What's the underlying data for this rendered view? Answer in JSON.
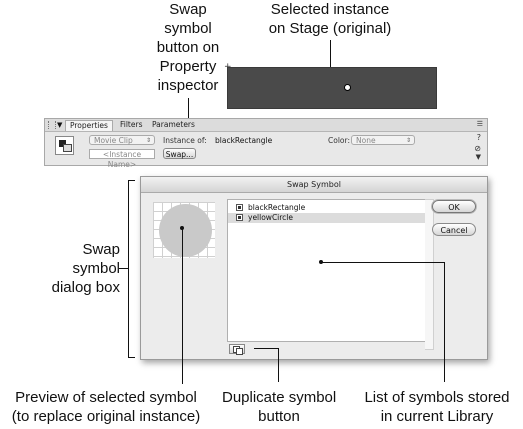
{
  "callouts": {
    "swap_button": [
      "Swap",
      "symbol",
      "button on",
      "Property",
      "inspector"
    ],
    "selected_instance": [
      "Selected instance",
      "on Stage (original)"
    ],
    "dialog_box": [
      "Swap",
      "symbol",
      "dialog box"
    ],
    "preview": [
      "Preview of selected symbol",
      "(to replace original instance)"
    ],
    "duplicate_button": [
      "Duplicate symbol",
      "button"
    ],
    "symbol_list": [
      "List of symbols stored",
      "in current Library"
    ]
  },
  "property_inspector": {
    "tabs": [
      "Properties",
      "Filters",
      "Parameters"
    ],
    "symbol_behavior": "Movie Clip",
    "instance_of_label": "Instance of:",
    "instance_of_value": "blackRectangle",
    "instance_name_placeholder": "<Instance Name>",
    "swap_button_label": "Swap...",
    "color_label": "Color:",
    "color_value": "None"
  },
  "swap_dialog": {
    "title": "Swap Symbol",
    "symbols": [
      {
        "name": "blackRectangle",
        "selected": false
      },
      {
        "name": "yellowCircle",
        "selected": true
      }
    ],
    "ok_label": "OK",
    "cancel_label": "Cancel"
  },
  "colors": {
    "stage_instance": "#4a4a4a",
    "preview_circle": "#c9c9c9",
    "selected_row": "#dcdcdc"
  }
}
